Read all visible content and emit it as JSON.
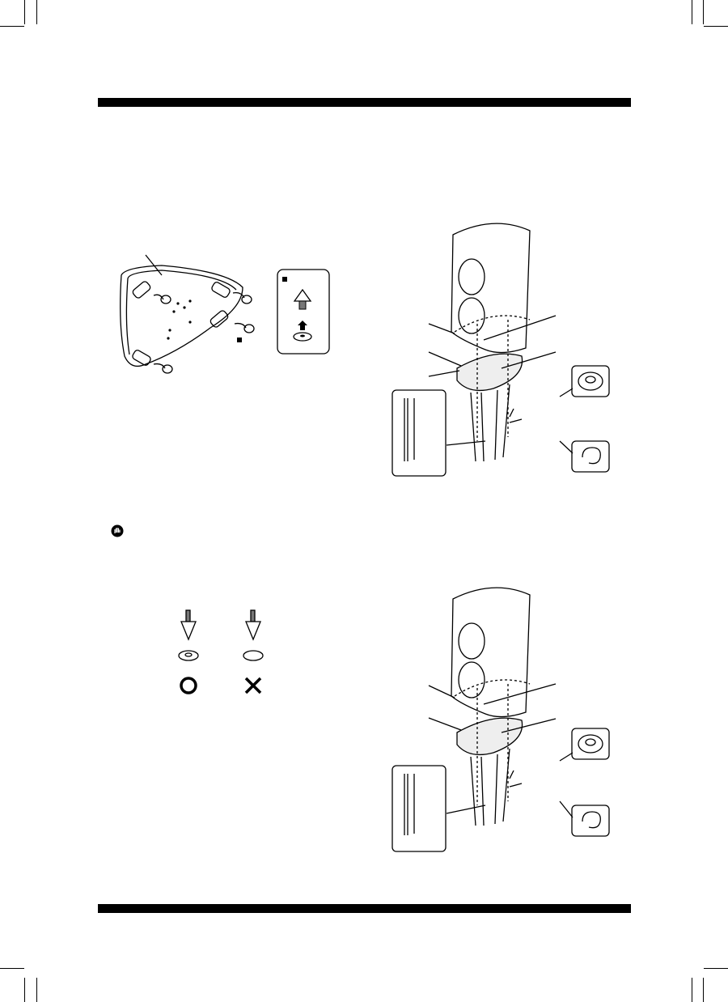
{
  "page": {
    "background": "#ffffff",
    "ink": "#000000"
  },
  "figures": [
    {
      "id": "stand-base-underside",
      "labels": []
    },
    {
      "id": "spike-assembly-inset",
      "labels": []
    },
    {
      "id": "speaker-stand-assembly-1",
      "labels": []
    },
    {
      "id": "spike-washer-comparison",
      "marks": [
        "circle",
        "cross"
      ]
    },
    {
      "id": "speaker-stand-assembly-2",
      "labels": []
    }
  ],
  "icons": [
    "caution-hand-icon",
    "correct-circle-icon",
    "incorrect-cross-icon"
  ]
}
